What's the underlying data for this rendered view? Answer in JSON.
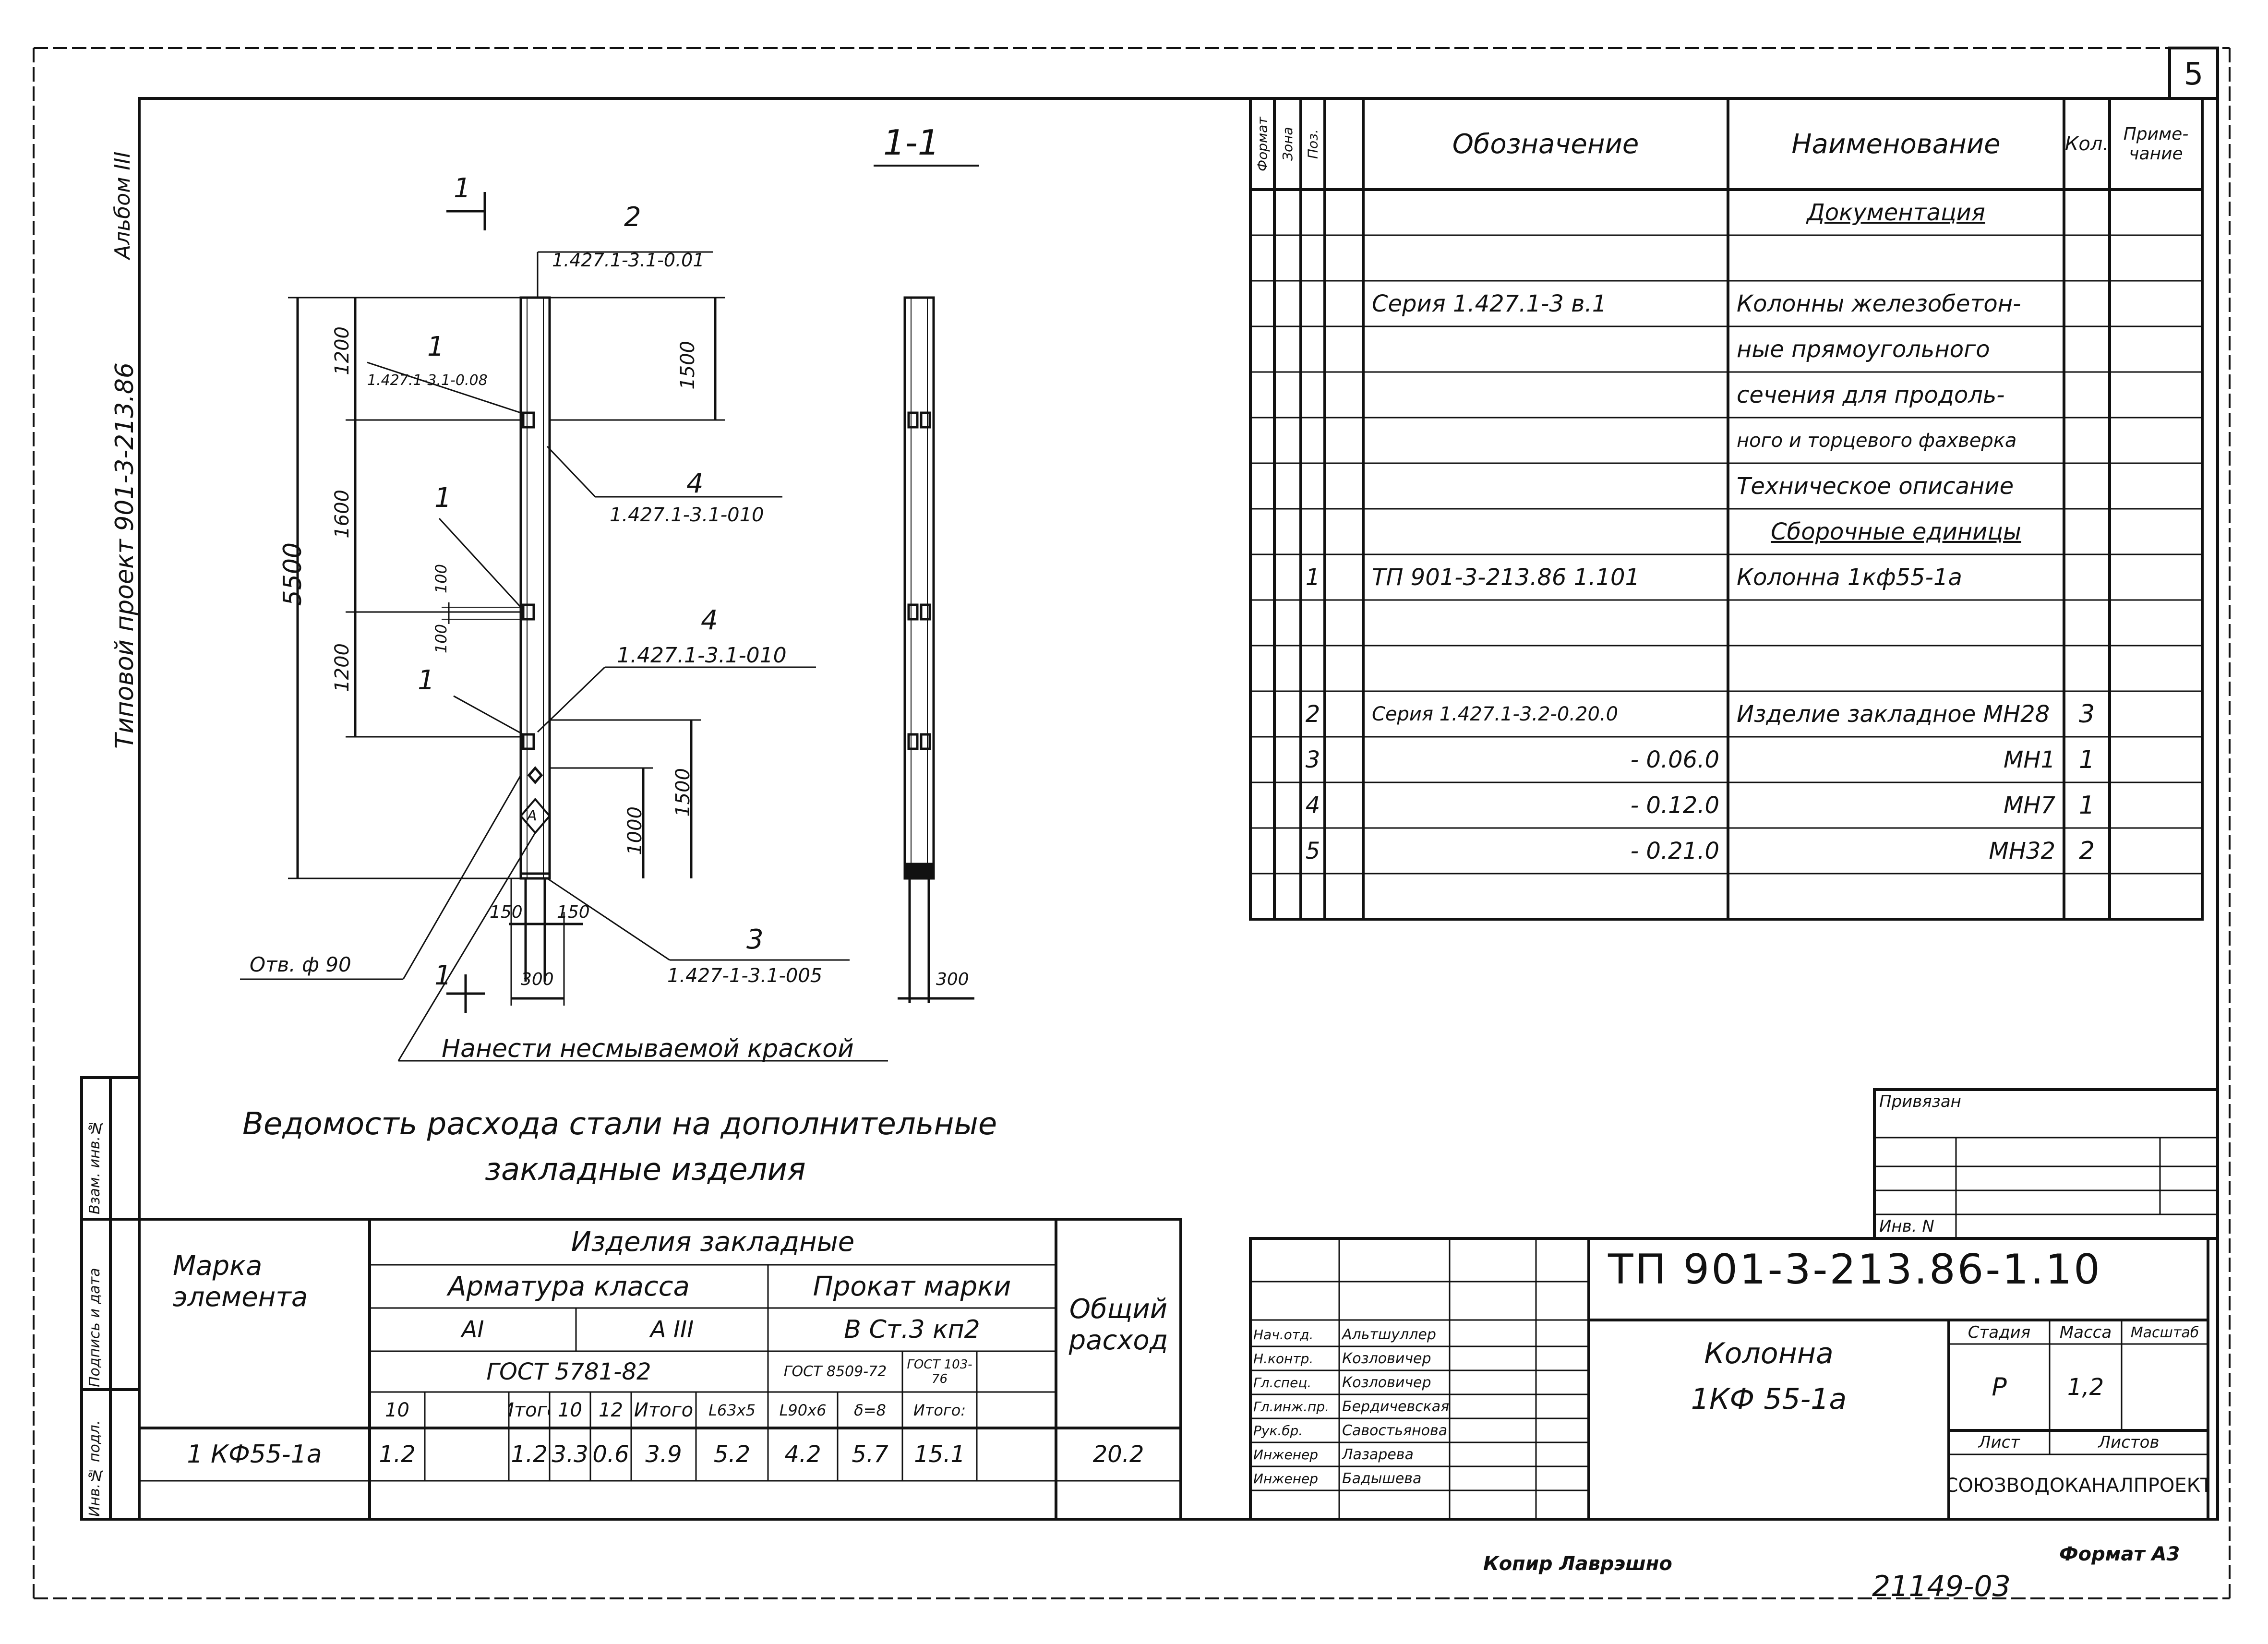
{
  "sheet_number": "5",
  "left_margin": {
    "album": "Альбом III",
    "project": "Типовой проект 901-3-213.86",
    "fields": [
      "Взам. инв.№",
      "Подпись и дата",
      "Инв.№ подл."
    ]
  },
  "section": {
    "title": "1-1",
    "cut_marks": [
      "1",
      "1"
    ],
    "dims": {
      "total": "5500",
      "a": "1200",
      "b": "1600",
      "c": "1200",
      "d": "1500",
      "e": "1000",
      "f": "1500",
      "g": "100",
      "h": "100",
      "w1": "150",
      "w2": "150",
      "w3": "300",
      "w4": "300"
    },
    "leaders": [
      {
        "pos": "2",
        "ref": "1.427.1-3.1-0.01"
      },
      {
        "pos": "1",
        "ref": "1.427.1-3.1-0.08"
      },
      {
        "pos": "4",
        "ref": "1.427.1-3.1-010"
      },
      {
        "pos": "1",
        "ref": ""
      },
      {
        "pos": "4",
        "ref": "1.427.1-3.1-010"
      },
      {
        "pos": "1",
        "ref": ""
      },
      {
        "pos": "3",
        "ref": "1.427-1-3.1-005"
      }
    ],
    "hole": "Отв. ф 90",
    "marker": "А",
    "note": "Нанести несмываемой краской"
  },
  "spec": {
    "headers": [
      "Формат",
      "Зона",
      "Поз.",
      "Обозначение",
      "Наименование",
      "Кол.",
      "Приме-чание"
    ],
    "rows": [
      {
        "pos": "",
        "des": "",
        "name": "Документация",
        "qty": "",
        "u": true
      },
      {
        "pos": "",
        "des": "",
        "name": "",
        "qty": ""
      },
      {
        "pos": "",
        "des": "Серия 1.427.1-3 в.1",
        "name": "Колонны железобетон-",
        "qty": ""
      },
      {
        "pos": "",
        "des": "",
        "name": "ные прямоугольного",
        "qty": ""
      },
      {
        "pos": "",
        "des": "",
        "name": "сечения для продоль-",
        "qty": ""
      },
      {
        "pos": "",
        "des": "",
        "name": "ного и торцевого фахверка",
        "qty": ""
      },
      {
        "pos": "",
        "des": "",
        "name": "Техническое описание",
        "qty": ""
      },
      {
        "pos": "",
        "des": "",
        "name": "Сборочные единицы",
        "qty": "",
        "u": true
      },
      {
        "pos": "1",
        "des": "ТП 901-3-213.86 1.101",
        "name": "Колонна 1кф55-1а",
        "qty": ""
      },
      {
        "pos": "",
        "des": "",
        "name": "",
        "qty": ""
      },
      {
        "pos": "",
        "des": "",
        "name": "",
        "qty": ""
      },
      {
        "pos": "2",
        "des": "Серия 1.427.1-3.2-0.20.0",
        "name": "Изделие закладное МН28",
        "qty": "3"
      },
      {
        "pos": "3",
        "des": "- 0.06.0",
        "name": "МН1",
        "qty": "1",
        "ra": true
      },
      {
        "pos": "4",
        "des": "- 0.12.0",
        "name": "МН7",
        "qty": "1",
        "ra": true
      },
      {
        "pos": "5",
        "des": "- 0.21.0",
        "name": "МН32",
        "qty": "2",
        "ra": true
      },
      {
        "pos": "",
        "des": "",
        "name": "",
        "qty": ""
      }
    ]
  },
  "steel": {
    "title_line1": "Ведомость расхода стали на дополнительные",
    "title_line2": "закладные изделия",
    "h_marka": "Марка элемента",
    "h_items": "Изделия закладные",
    "h_rebar": "Арматура класса",
    "h_rolled": "Прокат марки",
    "h_total": "Общий расход",
    "h_a1": "АI",
    "h_a3": "А III",
    "h_vst": "В Ст.3 кп2",
    "h_gost1": "ГОСТ 5781-82",
    "h_gost2": "ГОСТ 8509-72",
    "h_gost3": "ГОСТ 103-76",
    "sub": [
      "10",
      "",
      "Итого",
      "10",
      "12",
      "Итого",
      "L63х5",
      "L90х6",
      "δ=8",
      "Итого:"
    ],
    "row": {
      "mark": "1 КФ55-1а",
      "vals": [
        "1.2",
        "",
        "1.2",
        "3.3",
        "0.6",
        "3.9",
        "5.2",
        "4.2",
        "5.7",
        "15.1"
      ],
      "total": "20.2"
    }
  },
  "title_block": {
    "privyazan": "Привязан",
    "inv": "Инв. N",
    "doc_code": "ТП 901-3-213.86-1.10",
    "name_line1": "Колонна",
    "name_line2": "1КФ 55-1а",
    "stadia_h": "Стадия",
    "massa_h": "Масса",
    "masshtab_h": "Масштаб",
    "stadia": "Р",
    "massa": "1,2",
    "list_h": "Лист",
    "listov_h": "Листов",
    "org": "СОЮЗВОДОКАНАЛПРОЕКТ",
    "signers": [
      {
        "role": "Нач.отд.",
        "name": "Альтшуллер"
      },
      {
        "role": "Н.контр.",
        "name": "Козловичер"
      },
      {
        "role": "Гл.спец.",
        "name": "Козловичер"
      },
      {
        "role": "Гл.инж.пр.",
        "name": "Бердичевская"
      },
      {
        "role": "Рук.бр.",
        "name": "Савостьянова"
      },
      {
        "role": "Инженер",
        "name": "Лазарева"
      },
      {
        "role": "Инженер",
        "name": "Бадышева"
      }
    ]
  },
  "footer": {
    "copier": "Копир Лаврэшно",
    "format": "Формат А3",
    "stamp": "21149-03"
  }
}
